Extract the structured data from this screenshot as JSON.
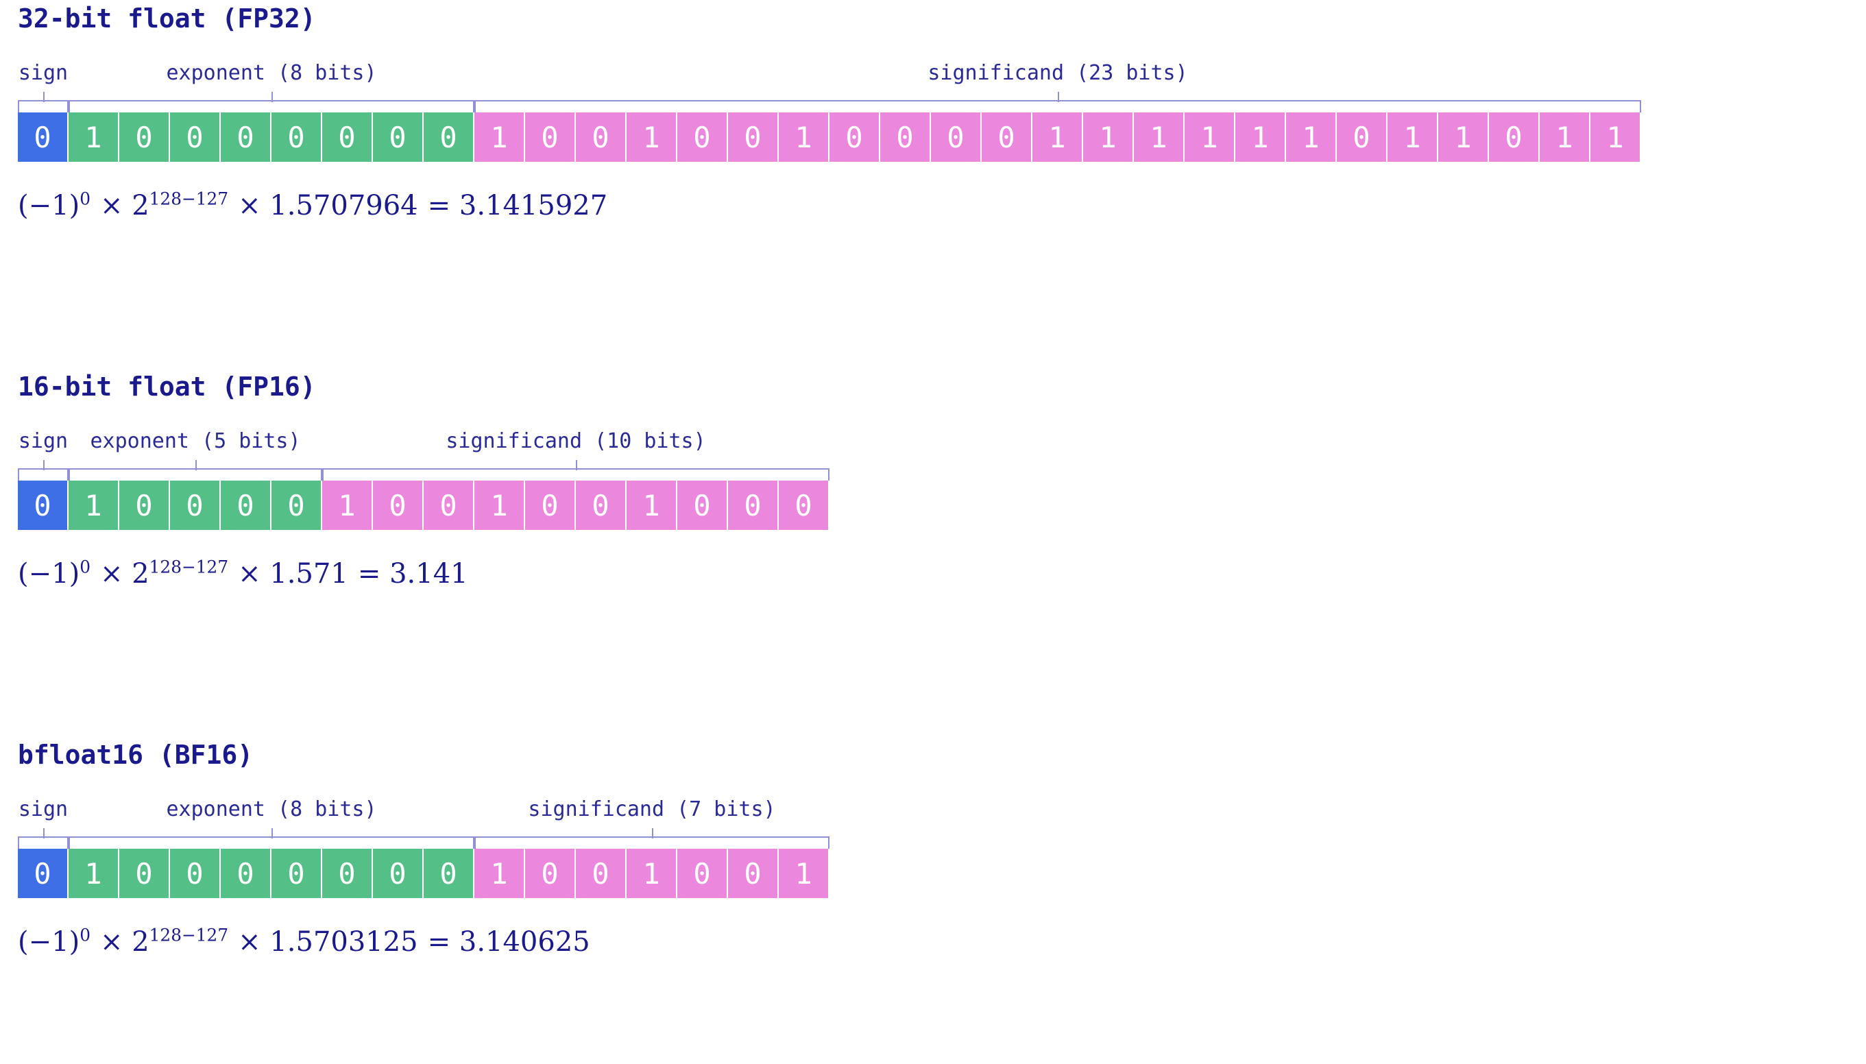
{
  "page": {
    "background": "#ffffff",
    "text_color": "#1a1a8c"
  },
  "colors": {
    "sign": "#3f6fe6",
    "exponent": "#54bf87",
    "significand": "#eb87dd",
    "heading": "#1a1a8c",
    "label": "#2a2a96",
    "brace": "#8f90d6",
    "bit_text": "#ffffff"
  },
  "sections": [
    {
      "id": "fp32",
      "title": "32-bit float (FP32)",
      "labels": {
        "sign": "sign",
        "exponent": "exponent (8 bits)",
        "significand": "significand (23 bits)"
      },
      "bits": {
        "sign": "0",
        "exponent": "10000000",
        "significand": "10010010000111111011011"
      },
      "bit_counts": {
        "sign": 1,
        "exponent": 8,
        "significand": 23
      },
      "formula": {
        "base": "(−1)",
        "sign_exp": "0",
        "times1": "× 2",
        "pow": "128−127",
        "times2": "× 1.5707964",
        "equals": "= 3.1415927"
      },
      "formula_text": "(−1)⁰ × 2¹²⁸⁻¹²⁷ × 1.5707964 = 3.1415927"
    },
    {
      "id": "fp16",
      "title": "16-bit float (FP16)",
      "labels": {
        "sign": "sign",
        "exponent": "exponent (5 bits)",
        "significand": "significand (10 bits)"
      },
      "bits": {
        "sign": "0",
        "exponent": "10000",
        "significand": "1001001000"
      },
      "bit_counts": {
        "sign": 1,
        "exponent": 5,
        "significand": 10
      },
      "formula": {
        "base": "(−1)",
        "sign_exp": "0",
        "times1": "× 2",
        "pow": "128−127",
        "times2": "× 1.571",
        "equals": "= 3.141"
      },
      "formula_text": "(−1)⁰ × 2¹²⁸⁻¹²⁷ × 1.571 = 3.141"
    },
    {
      "id": "bf16",
      "title": "bfloat16 (BF16)",
      "labels": {
        "sign": "sign",
        "exponent": "exponent (8 bits)",
        "significand": "significand (7 bits)"
      },
      "bits": {
        "sign": "0",
        "exponent": "10000000",
        "significand": "1001001"
      },
      "bit_counts": {
        "sign": 1,
        "exponent": 8,
        "significand": 7
      },
      "formula": {
        "base": "(−1)",
        "sign_exp": "0",
        "times1": "× 2",
        "pow": "128−127",
        "times2": "× 1.5703125",
        "equals": "= 3.140625"
      },
      "formula_text": "(−1)⁰ × 2¹²⁸⁻¹²⁷ × 1.5703125 = 3.140625"
    }
  ]
}
